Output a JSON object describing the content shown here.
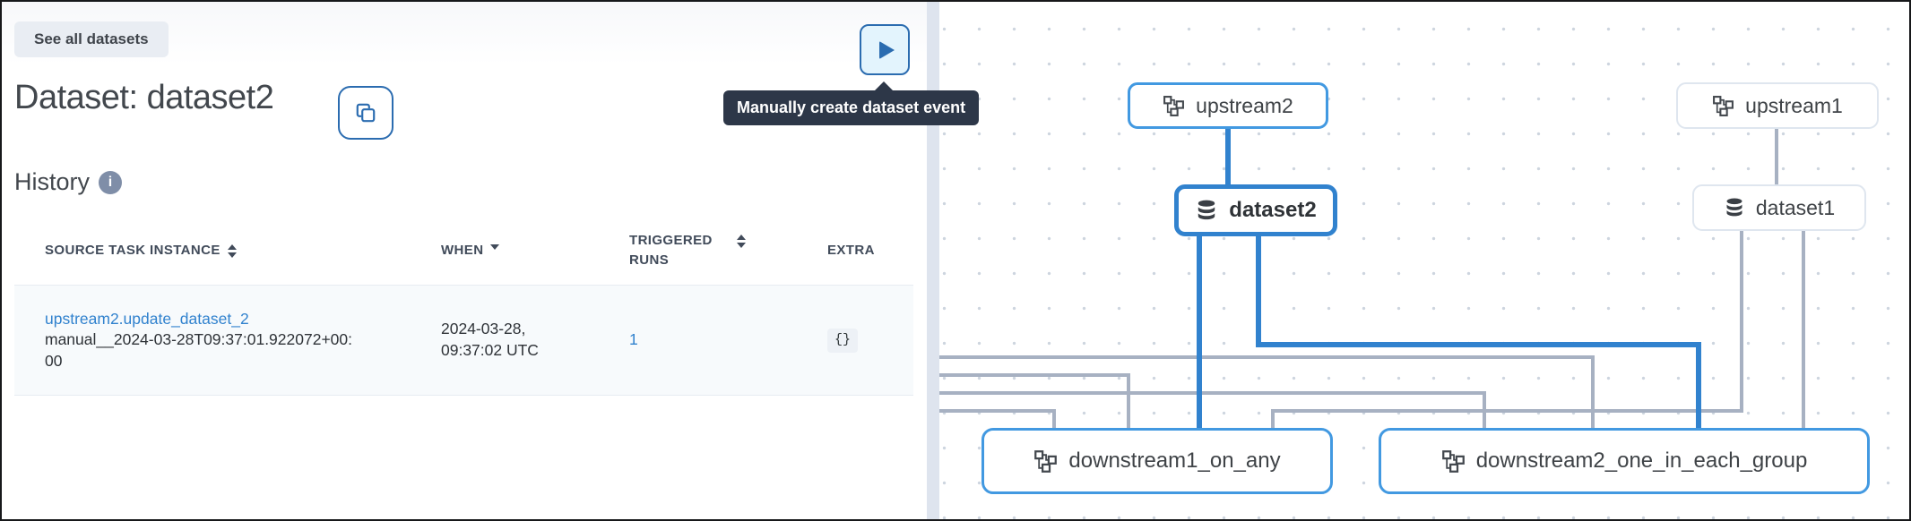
{
  "left_panel": {
    "see_all_button": "See all datasets",
    "title": "Dataset: dataset2",
    "section_heading": "History",
    "info_icon_glyph": "i",
    "tooltip": "Manually create dataset event",
    "table": {
      "headers": [
        {
          "label": "SOURCE TASK INSTANCE",
          "sort": "both"
        },
        {
          "label": "WHEN",
          "sort": "desc"
        },
        {
          "label": "TRIGGERED RUNS",
          "sort": "both"
        },
        {
          "label": "EXTRA",
          "sort": "none"
        }
      ],
      "rows": [
        {
          "source_task_link": "upstream2.update_dataset_2",
          "source_run_id": "manual__2024-03-28T09:37:01.922072+00:00",
          "when": "2024-03-28, 09:37:02 UTC",
          "triggered_runs": "1",
          "extra": "{}"
        }
      ]
    }
  },
  "graph": {
    "nodes": [
      {
        "id": "upstream2",
        "label": "upstream2",
        "type": "dag",
        "state": "highlighted"
      },
      {
        "id": "dataset2",
        "label": "dataset2",
        "type": "dataset",
        "state": "selected"
      },
      {
        "id": "upstream1",
        "label": "upstream1",
        "type": "dag",
        "state": "dimmed"
      },
      {
        "id": "dataset1",
        "label": "dataset1",
        "type": "dataset",
        "state": "dimmed"
      },
      {
        "id": "downstream1_on_any",
        "label": "downstream1_on_any",
        "type": "dag",
        "state": "highlighted"
      },
      {
        "id": "downstream2_one_in_each_group",
        "label": "downstream2_one_in_each_group",
        "type": "dag",
        "state": "highlighted"
      }
    ],
    "edges": [
      {
        "from": "upstream2",
        "to": "dataset2",
        "color": "blue"
      },
      {
        "from": "dataset2",
        "to": "downstream1_on_any",
        "color": "blue"
      },
      {
        "from": "dataset2",
        "to": "downstream2_one_in_each_group",
        "color": "blue"
      },
      {
        "from": "upstream1",
        "to": "dataset1",
        "color": "gray"
      },
      {
        "from": "dataset1",
        "to": "downstream1_on_any",
        "color": "gray"
      },
      {
        "from": "dataset1",
        "to": "downstream2_one_in_each_group",
        "color": "gray"
      },
      {
        "from": "offscreen-left",
        "to": "downstream1_on_any",
        "color": "gray"
      },
      {
        "from": "offscreen-left",
        "to": "downstream1_on_any",
        "color": "gray"
      },
      {
        "from": "offscreen-left",
        "to": "downstream2_one_in_each_group",
        "color": "gray"
      },
      {
        "from": "offscreen-left",
        "to": "downstream2_one_in_each_group",
        "color": "gray"
      }
    ]
  },
  "colors": {
    "accent_blue": "#3182ce",
    "node_highlight_border": "#4299e1",
    "dim_border": "#dfe6ef",
    "gray_edge": "#a7b1c2",
    "tooltip_bg": "#2d3748",
    "row_bg": "#f7fafc",
    "divider": "#dee4ee",
    "button_bg": "#e9edf3",
    "play_button_bg": "#e3f4fd",
    "play_button_border": "#2b6cb0"
  }
}
